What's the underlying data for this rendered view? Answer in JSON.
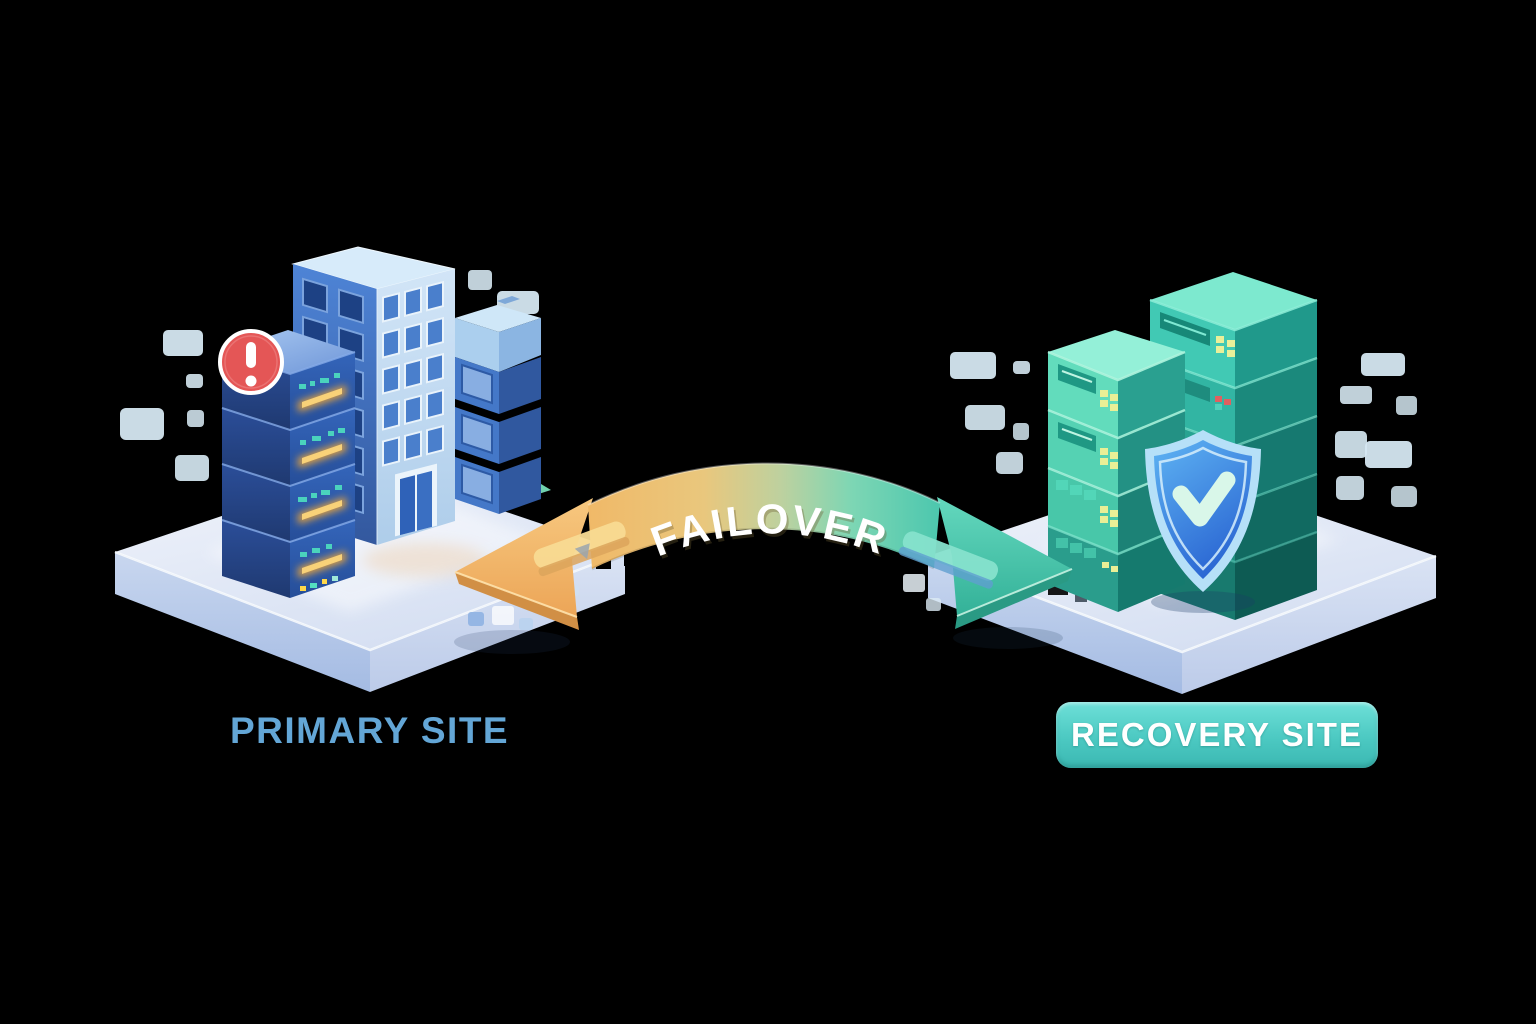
{
  "labels": {
    "failover_arrow": "FAILOVER",
    "primary_site": "PRIMARY SITE",
    "recovery_site": "RECOVERY SITE"
  },
  "colors": {
    "background": "#000000",
    "primary_label_text": "#63a6d6",
    "recovery_badge_bg": "#45c8c0",
    "recovery_badge_text": "#ffffff",
    "failover_text": "#ffffff",
    "arrow_orange": "#f2b968",
    "arrow_teal": "#4cc7ae",
    "alert_red": "#e45656",
    "shield_blue": "#3b7fe0",
    "shield_check": "#d9f7e9",
    "primary_server_blue": "#2e5aad",
    "office_building_blue": "#bcd9f0",
    "recovery_server_green": "#3ec6b2",
    "platform_blue": "#d9e2f2",
    "pixel_dot_blue": "#d5e7f1"
  },
  "icons": {
    "alert": "exclamation-circle",
    "shield": "shield-check",
    "failover": "double-headed-curved-arrow"
  }
}
